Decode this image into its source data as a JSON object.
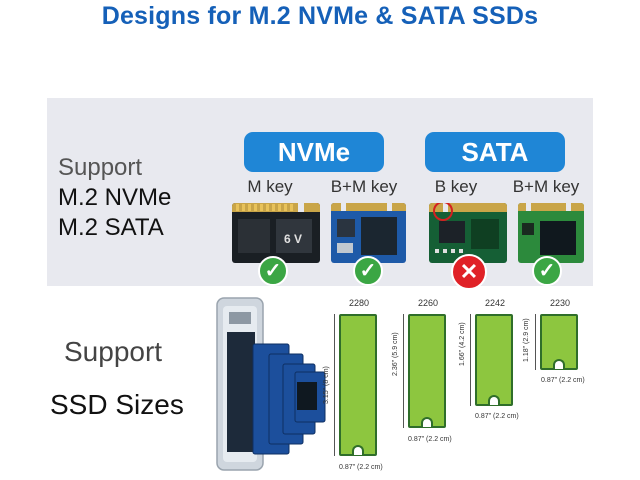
{
  "title": "Designs for M.2 NVMe & SATA SSDs",
  "top": {
    "support_line1": "Support",
    "support_line2": "M.2 NVMe",
    "support_line3": "M.2 SATA",
    "nvme_tag": "NVMe",
    "sata_tag": "SATA",
    "keys": [
      {
        "label": "M key",
        "status": "ok"
      },
      {
        "label": "B+M key",
        "status": "ok"
      },
      {
        "label": "B key",
        "status": "no"
      },
      {
        "label": "B+M key",
        "status": "ok"
      }
    ],
    "ok_mark": "✓",
    "no_mark": "✕"
  },
  "bottom": {
    "support_line": "Support",
    "sizes_line": "SSD Sizes",
    "sizes": [
      {
        "name": "2280",
        "length": "3.15\" (8 cm)",
        "width": "0.87\" (2.2 cm)"
      },
      {
        "name": "2260",
        "length": "2.36\" (5.9 cm)",
        "width": "0.87\" (2.2 cm)"
      },
      {
        "name": "2242",
        "length": "1.66\" (4.2 cm)",
        "width": "0.87\" (2.2 cm)"
      },
      {
        "name": "2230",
        "length": "1.18\" (2.9 cm)",
        "width": "0.87\" (2.2 cm)"
      }
    ]
  },
  "colors": {
    "title": "#1560b8",
    "tag": "#1f86d6",
    "ok": "#3ba644",
    "no": "#e02127",
    "ssd_fill": "#8dc63f",
    "ssd_border": "#2f6e2a"
  }
}
